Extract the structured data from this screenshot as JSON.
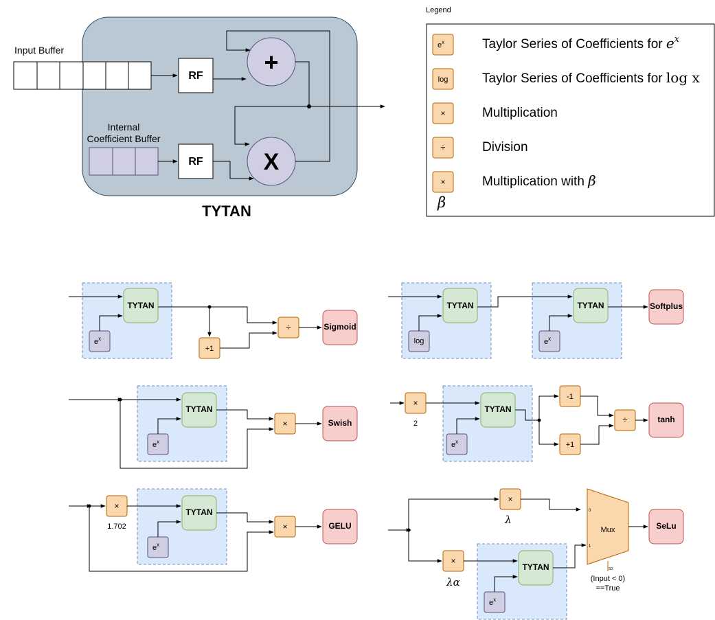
{
  "tytan_block": {
    "title": "TYTAN",
    "input_buffer_label": "Input Buffer",
    "internal_buffer_label_line1": "Internal",
    "internal_buffer_label_line2": "Coefficient Buffer",
    "rf_label": "RF",
    "add_symbol": "+",
    "mult_symbol": "X"
  },
  "legend": {
    "title": "Legend",
    "items": [
      {
        "symbol": "e",
        "sup": "x",
        "text": "Taylor Series of Coefficients for ",
        "math": "e",
        "math_sup": "x"
      },
      {
        "symbol": "log",
        "text": "Taylor Series of Coefficients for ",
        "math": "log x"
      },
      {
        "symbol": "×",
        "text": "Multiplication"
      },
      {
        "symbol": "÷",
        "text": "Division"
      },
      {
        "symbol": "×",
        "text": "Multiplication with ",
        "math": "β"
      }
    ],
    "beta_label": "β"
  },
  "common": {
    "tytan": "TYTAN",
    "e_base": "e",
    "e_sup": "x",
    "log": "log",
    "mult": "×",
    "div": "÷",
    "plus_one": "+1",
    "minus_one": "-1"
  },
  "sigmoid": {
    "output": "Sigmoid"
  },
  "softplus": {
    "output": "Softplus"
  },
  "swish": {
    "output": "Swish"
  },
  "tanh": {
    "output": "tanh",
    "scale": "2"
  },
  "gelu": {
    "output": "GELU",
    "scale": "1.702"
  },
  "selu": {
    "output": "SeLu",
    "lambda": "λ",
    "lambda_alpha": "λα",
    "mux": "Mux",
    "mux_in0": "0",
    "mux_in1": "1",
    "mux_sel": "S0",
    "condition_line1": "(Input < 0)",
    "condition_line2": "==True"
  }
}
